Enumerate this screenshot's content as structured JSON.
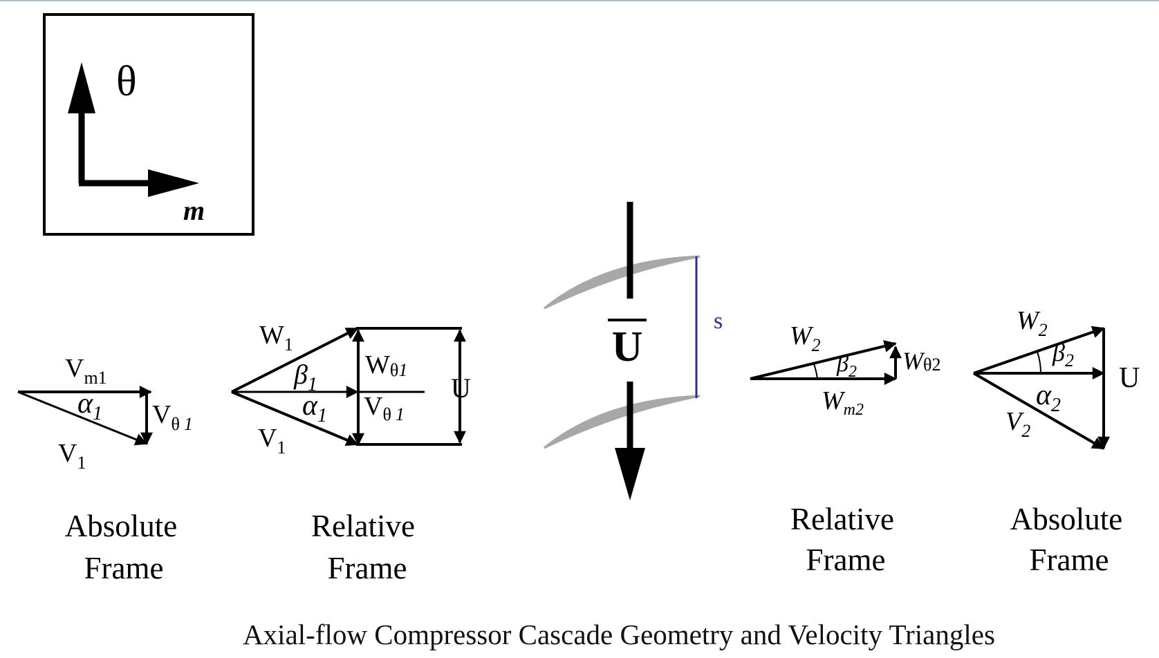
{
  "title": "Axial-flow Compressor Cascade Geometry and Velocity Triangles",
  "axes_box": {
    "theta": "θ",
    "m": "m"
  },
  "inlet_absolute": {
    "caption_line1": "Absolute",
    "caption_line2": "Frame",
    "vm1": {
      "base": "V",
      "sub": "m1"
    },
    "alpha1": {
      "base": "α",
      "sub": "1"
    },
    "vtheta1": {
      "base": "V",
      "sub1": "θ",
      "sub2": "1"
    },
    "v1": {
      "base": "V",
      "sub": "1"
    }
  },
  "inlet_relative": {
    "caption_line1": "Relative",
    "caption_line2": "Frame",
    "w1": {
      "base": "W",
      "sub": "1"
    },
    "beta1": {
      "base": "β",
      "sub": "1"
    },
    "wtheta1": {
      "base": "W",
      "sub1": "θ",
      "sub2": "1"
    },
    "alpha1": {
      "base": "α",
      "sub": "1"
    },
    "vtheta1": {
      "base": "V",
      "sub1": "θ",
      "sub2": "1"
    },
    "v1": {
      "base": "V",
      "sub": "1"
    },
    "u": "U"
  },
  "cascade": {
    "u": "U",
    "s": "s",
    "pitch_color": "#2c2d9b",
    "blade_color": "#a8a8a8"
  },
  "outlet_relative": {
    "caption_line1": "Relative",
    "caption_line2": "Frame",
    "w2": {
      "base": "W",
      "sub": "2"
    },
    "beta2": {
      "base": "β",
      "sub": "2"
    },
    "wtheta2": {
      "base": "W",
      "sub1": "θ",
      "sub2": "2"
    },
    "wm2": {
      "base": "W",
      "sub": "m2"
    }
  },
  "outlet_absolute": {
    "caption_line1": "Absolute",
    "caption_line2": "Frame",
    "w2": {
      "base": "W",
      "sub": "2"
    },
    "beta2": {
      "base": "β",
      "sub": "2"
    },
    "u": "U",
    "alpha2": {
      "base": "α",
      "sub": "2"
    },
    "v2": {
      "base": "V",
      "sub": "2"
    }
  }
}
